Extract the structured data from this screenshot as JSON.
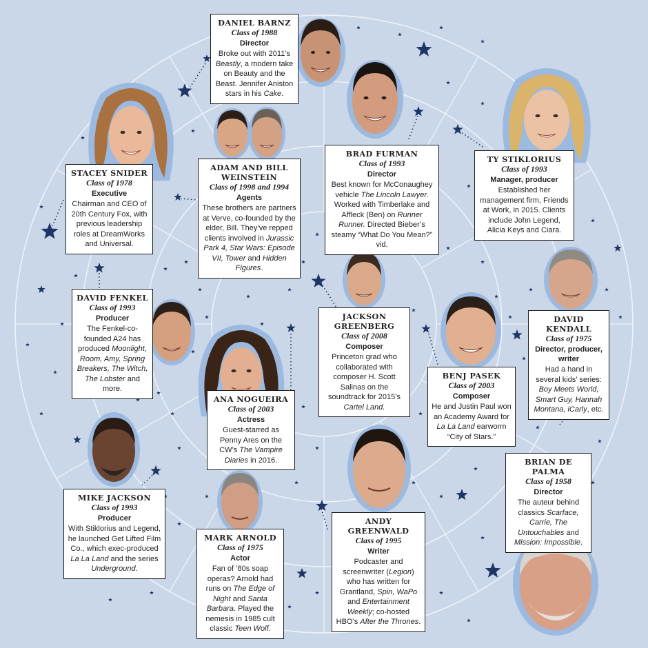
{
  "colors": {
    "background": "#c9d7e8",
    "rings": "#eef3f9",
    "star": "#1f3566",
    "halo": "#9cb9df",
    "card_border": "#1c1c1c"
  },
  "people": [
    {
      "id": "daniel-barnz",
      "name": "DANIEL BARNZ",
      "class": "Class of 1988",
      "role": "Director",
      "bio": [
        {
          "t": "Broke out with 2011’s "
        },
        {
          "t": "Beastly",
          "i": true
        },
        {
          "t": ", a modern take on Beauty and the Beast. Jennifer Aniston stars in his "
        },
        {
          "t": "Cake",
          "i": true
        },
        {
          "t": "."
        }
      ]
    },
    {
      "id": "brad-furman",
      "name": "BRAD FURMAN",
      "class": "Class of 1993",
      "role": "Director",
      "bio": [
        {
          "t": "Best known for McConaughey vehicle "
        },
        {
          "t": "The Lincoln Lawyer.",
          "i": true
        },
        {
          "t": " Worked with Timberlake and Affleck (Ben) on "
        },
        {
          "t": "Runner Runner.",
          "i": true
        },
        {
          "t": " Directed Bieber’s steamy “What Do You Mean?” vid."
        }
      ]
    },
    {
      "id": "ty-stiklorius",
      "name": "TY STIKLORIUS",
      "class": "Class of 1993",
      "role": "Manager, producer",
      "bio": [
        {
          "t": "Established her management firm, Friends at Work, in 2015. Clients include John Legend, Alicia Keys and Ciara."
        }
      ]
    },
    {
      "id": "stacey-snider",
      "name": "STACEY SNIDER",
      "class": "Class of 1978",
      "role": "Executive",
      "bio": [
        {
          "t": "Chairman and CEO of 20th Century Fox, with previous leadership roles at DreamWorks and Universal."
        }
      ]
    },
    {
      "id": "adam-bill-weinstein",
      "name": "ADAM AND BILL WEINSTEIN",
      "class": "Class of 1998 and 1994",
      "role": "Agents",
      "bio": [
        {
          "t": "These brothers are partners at Verve, co-founded by the elder, Bill. They’ve repped clients involved in "
        },
        {
          "t": "Jurassic Park 4, Star Wars: Episode VII, Tower",
          "i": true
        },
        {
          "t": " and "
        },
        {
          "t": "Hidden Figures",
          "i": true
        },
        {
          "t": "."
        }
      ]
    },
    {
      "id": "david-fenkel",
      "name": "DAVID FENKEL",
      "class": "Class of 1993",
      "role": "Producer",
      "bio": [
        {
          "t": "The Fenkel-co-founded A24 has produced "
        },
        {
          "t": "Moonlight, Room, Amy, Spring Breakers, The Witch, The Lobster",
          "i": true
        },
        {
          "t": " and more."
        }
      ]
    },
    {
      "id": "jackson-greenberg",
      "name": "JACKSON GREENBERG",
      "class": "Class of 2008",
      "role": "Composer",
      "bio": [
        {
          "t": "Princeton grad who collaborated with composer H. Scott Salinas on the soundtrack for 2015’s "
        },
        {
          "t": "Cartel Land.",
          "i": true
        }
      ]
    },
    {
      "id": "david-kendall",
      "name": "DAVID KENDALL",
      "class": "Class of 1975",
      "role": "Director, producer, writer",
      "bio": [
        {
          "t": "Had a hand in several kids’ series: "
        },
        {
          "t": "Boy Meets World, Smart Guy, Hannah Montana, iCarly",
          "i": true
        },
        {
          "t": ", etc."
        }
      ]
    },
    {
      "id": "ana-nogueira",
      "name": "ANA NOGUEIRA",
      "class": "Class of 2003",
      "role": "Actress",
      "bio": [
        {
          "t": "Guest-starred as Penny Ares on the CW’s "
        },
        {
          "t": "The Vampire Diaries",
          "i": true
        },
        {
          "t": " in 2016."
        }
      ]
    },
    {
      "id": "benj-pasek",
      "name": "BENJ PASEK",
      "class": "Class of 2003",
      "role": "Composer",
      "bio": [
        {
          "t": "He and Justin Paul won an Academy Award for "
        },
        {
          "t": "La La Land",
          "i": true
        },
        {
          "t": " earworm “City of Stars.”"
        }
      ]
    },
    {
      "id": "brian-de-palma",
      "name": "BRIAN DE PALMA",
      "class": "Class of 1958",
      "role": "Director",
      "bio": [
        {
          "t": "The auteur behind classics "
        },
        {
          "t": "Scarface, Carrie, The Untouchables",
          "i": true
        },
        {
          "t": " and "
        },
        {
          "t": "Mission: Impossible",
          "i": true
        },
        {
          "t": "."
        }
      ]
    },
    {
      "id": "mike-jackson",
      "name": "MIKE JACKSON",
      "class": "Class of 1993",
      "role": "Producer",
      "bio": [
        {
          "t": "With Stiklorius and Legend, he launched Get Lifted Film Co., which exec-produced "
        },
        {
          "t": "La La Land",
          "i": true
        },
        {
          "t": " and the series "
        },
        {
          "t": "Underground",
          "i": true
        },
        {
          "t": "."
        }
      ]
    },
    {
      "id": "mark-arnold",
      "name": "MARK ARNOLD",
      "class": "Class of 1975",
      "role": "Actor",
      "bio": [
        {
          "t": "Fan of ’80s soap operas? Arnold had runs on "
        },
        {
          "t": "The Edge of Night",
          "i": true
        },
        {
          "t": " and "
        },
        {
          "t": "Santa Barbara",
          "i": true
        },
        {
          "t": ". Played the nemesis in 1985 cult classic "
        },
        {
          "t": "Teen Wolf",
          "i": true
        },
        {
          "t": "."
        }
      ]
    },
    {
      "id": "andy-greenwald",
      "name": "ANDY GREENWALD",
      "class": "Class of 1995",
      "role": "Writer",
      "bio": [
        {
          "t": "Podcaster and screenwriter ("
        },
        {
          "t": "Legion",
          "i": true
        },
        {
          "t": ") who has written for Grantland, "
        },
        {
          "t": "Spin, WaPo",
          "i": true
        },
        {
          "t": " and "
        },
        {
          "t": "Entertainment Weekly",
          "i": true
        },
        {
          "t": "; co-hosted HBO’s "
        },
        {
          "t": "After the Thrones",
          "i": true
        },
        {
          "t": "."
        }
      ]
    }
  ]
}
